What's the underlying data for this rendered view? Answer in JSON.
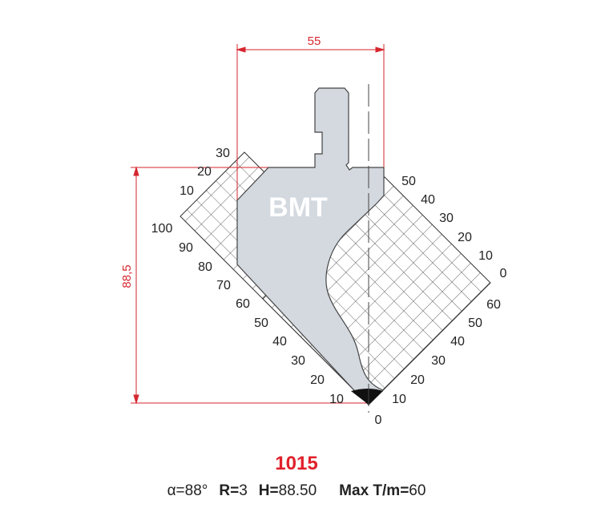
{
  "brand_label": "BMT",
  "dimensions": {
    "width": "55",
    "height": "88,5"
  },
  "left_grid": {
    "top_scale": [
      "10",
      "20",
      "30"
    ],
    "side_scale": [
      "10",
      "20",
      "30",
      "40",
      "50",
      "60",
      "70",
      "80",
      "90",
      "100"
    ]
  },
  "right_grid": {
    "top_scale": [
      "0",
      "10",
      "20",
      "30",
      "40",
      "50"
    ],
    "side_scale": [
      "0",
      "10",
      "20",
      "30",
      "40",
      "50",
      "60"
    ]
  },
  "tool_code": "1015",
  "specs": {
    "angle_label": "α=",
    "angle_value": "88°",
    "radius_label": "R=",
    "radius_value": "3",
    "height_label": "H=",
    "height_value": "88.50",
    "max_label": "Max T/m=",
    "max_value": "60"
  },
  "colors": {
    "accent": "#e0202a",
    "tool_fill": "#d3d9df",
    "dimension": "#d6262e"
  }
}
